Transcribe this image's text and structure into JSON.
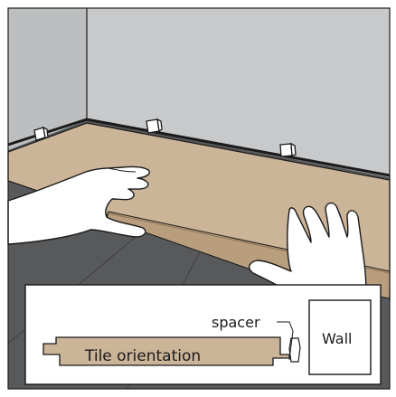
{
  "inset": {
    "spacer_label": "spacer",
    "wall_label": "Wall",
    "tile_label": "Tile orientation"
  },
  "colors": {
    "wall": "#c8c9cb",
    "floor": "#58595b",
    "tile": "#cbb497",
    "outline": "#1a1a1a",
    "hand": "#ffffff"
  },
  "icons": [
    "spacer-block-icon",
    "hand-icon"
  ]
}
